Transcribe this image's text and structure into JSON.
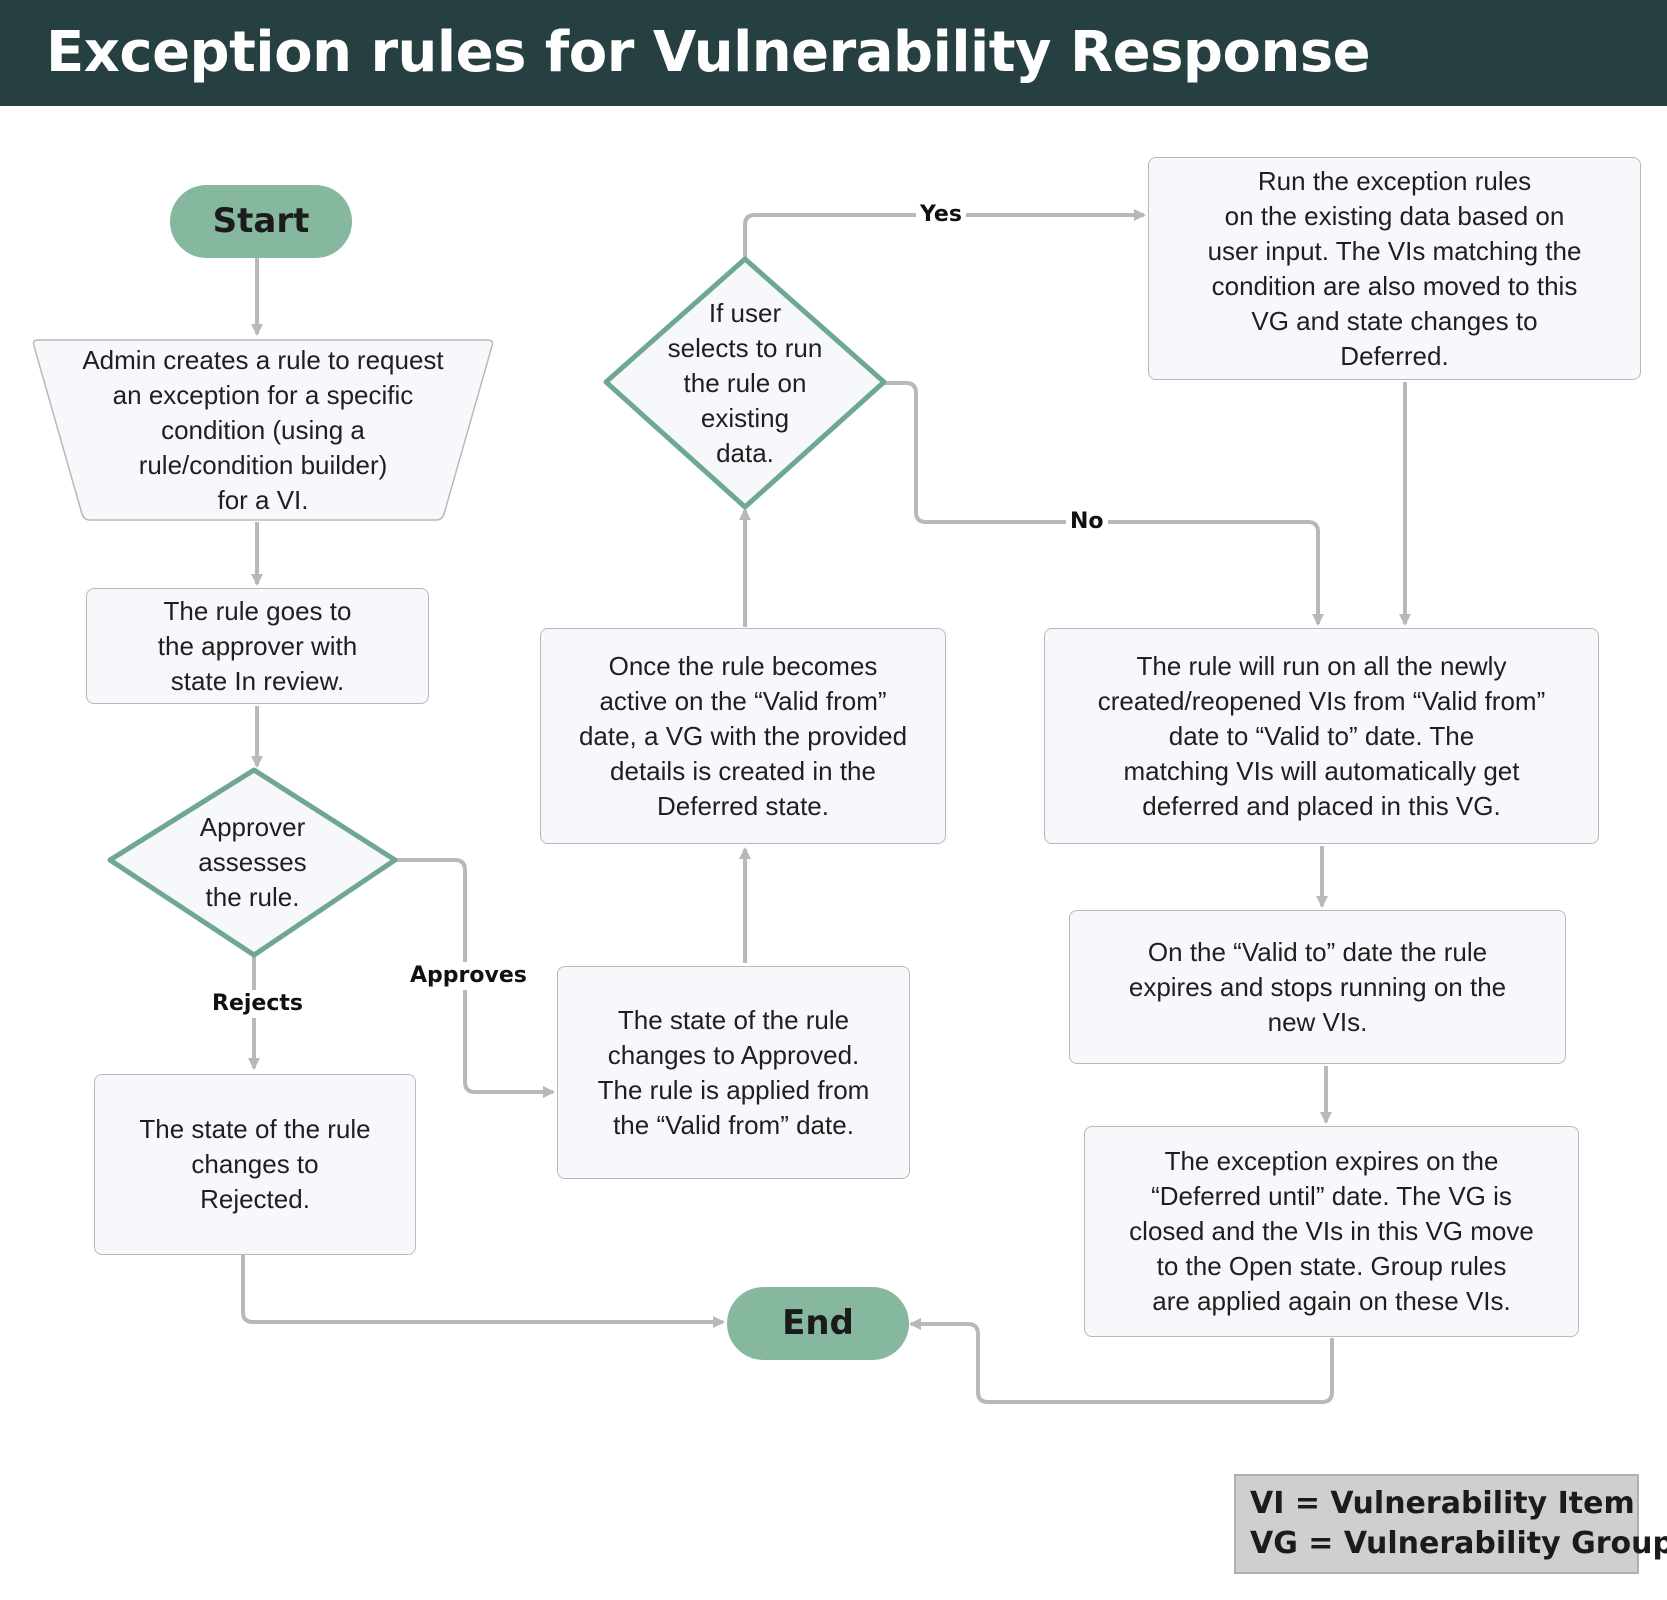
{
  "title": "Exception rules for Vulnerability Response",
  "colors": {
    "header_bg": "#263f40",
    "terminal_fill": "#86b8a0",
    "decision_stroke": "#6fa890",
    "box_fill": "#f6f8fb",
    "connector": "#b8b8b8"
  },
  "nodes": {
    "start": "Start",
    "admin_creates": "Admin creates a rule to request\nan exception for a specific\ncondition (using a\nrule/condition builder)\nfor a VI.",
    "goes_to_approver": "The rule goes to\nthe approver with\nstate In review.",
    "approver_assesses": "Approver\nassesses\nthe rule.",
    "rejected": "The state of the rule\nchanges to\nRejected.",
    "approved": "The state of the rule\nchanges to Approved.\nThe rule is applied from\nthe “Valid from” date.",
    "rule_active": "Once the rule becomes\nactive on the “Valid from”\ndate, a VG with the provided\ndetails is created in the\nDeferred state.",
    "user_selects": "If user\nselects to run\nthe rule on\nexisting\ndata.",
    "run_existing": "Run the exception rules\non the existing data based on\nuser input. The VIs matching the\ncondition are also moved to this\nVG and state changes to\nDeferred.",
    "rule_runs_new": "The rule will run on all the newly\ncreated/reopened VIs from “Valid from”\ndate to “Valid to” date. The\nmatching VIs will automatically get\ndeferred and placed in this VG.",
    "valid_to": "On the “Valid to” date the rule\nexpires and stops running on the\nnew VIs.",
    "exception_expires": "The exception expires on the\n“Deferred until” date. The VG is\nclosed and the VIs in this VG move\nto the Open state. Group rules\nare applied again on these VIs.",
    "end": "End"
  },
  "edge_labels": {
    "yes": "Yes",
    "no": "No",
    "rejects": "Rejects",
    "approves": "Approves"
  },
  "legend": {
    "vi": "VI = Vulnerability Item",
    "vg": "VG = Vulnerability Group"
  }
}
